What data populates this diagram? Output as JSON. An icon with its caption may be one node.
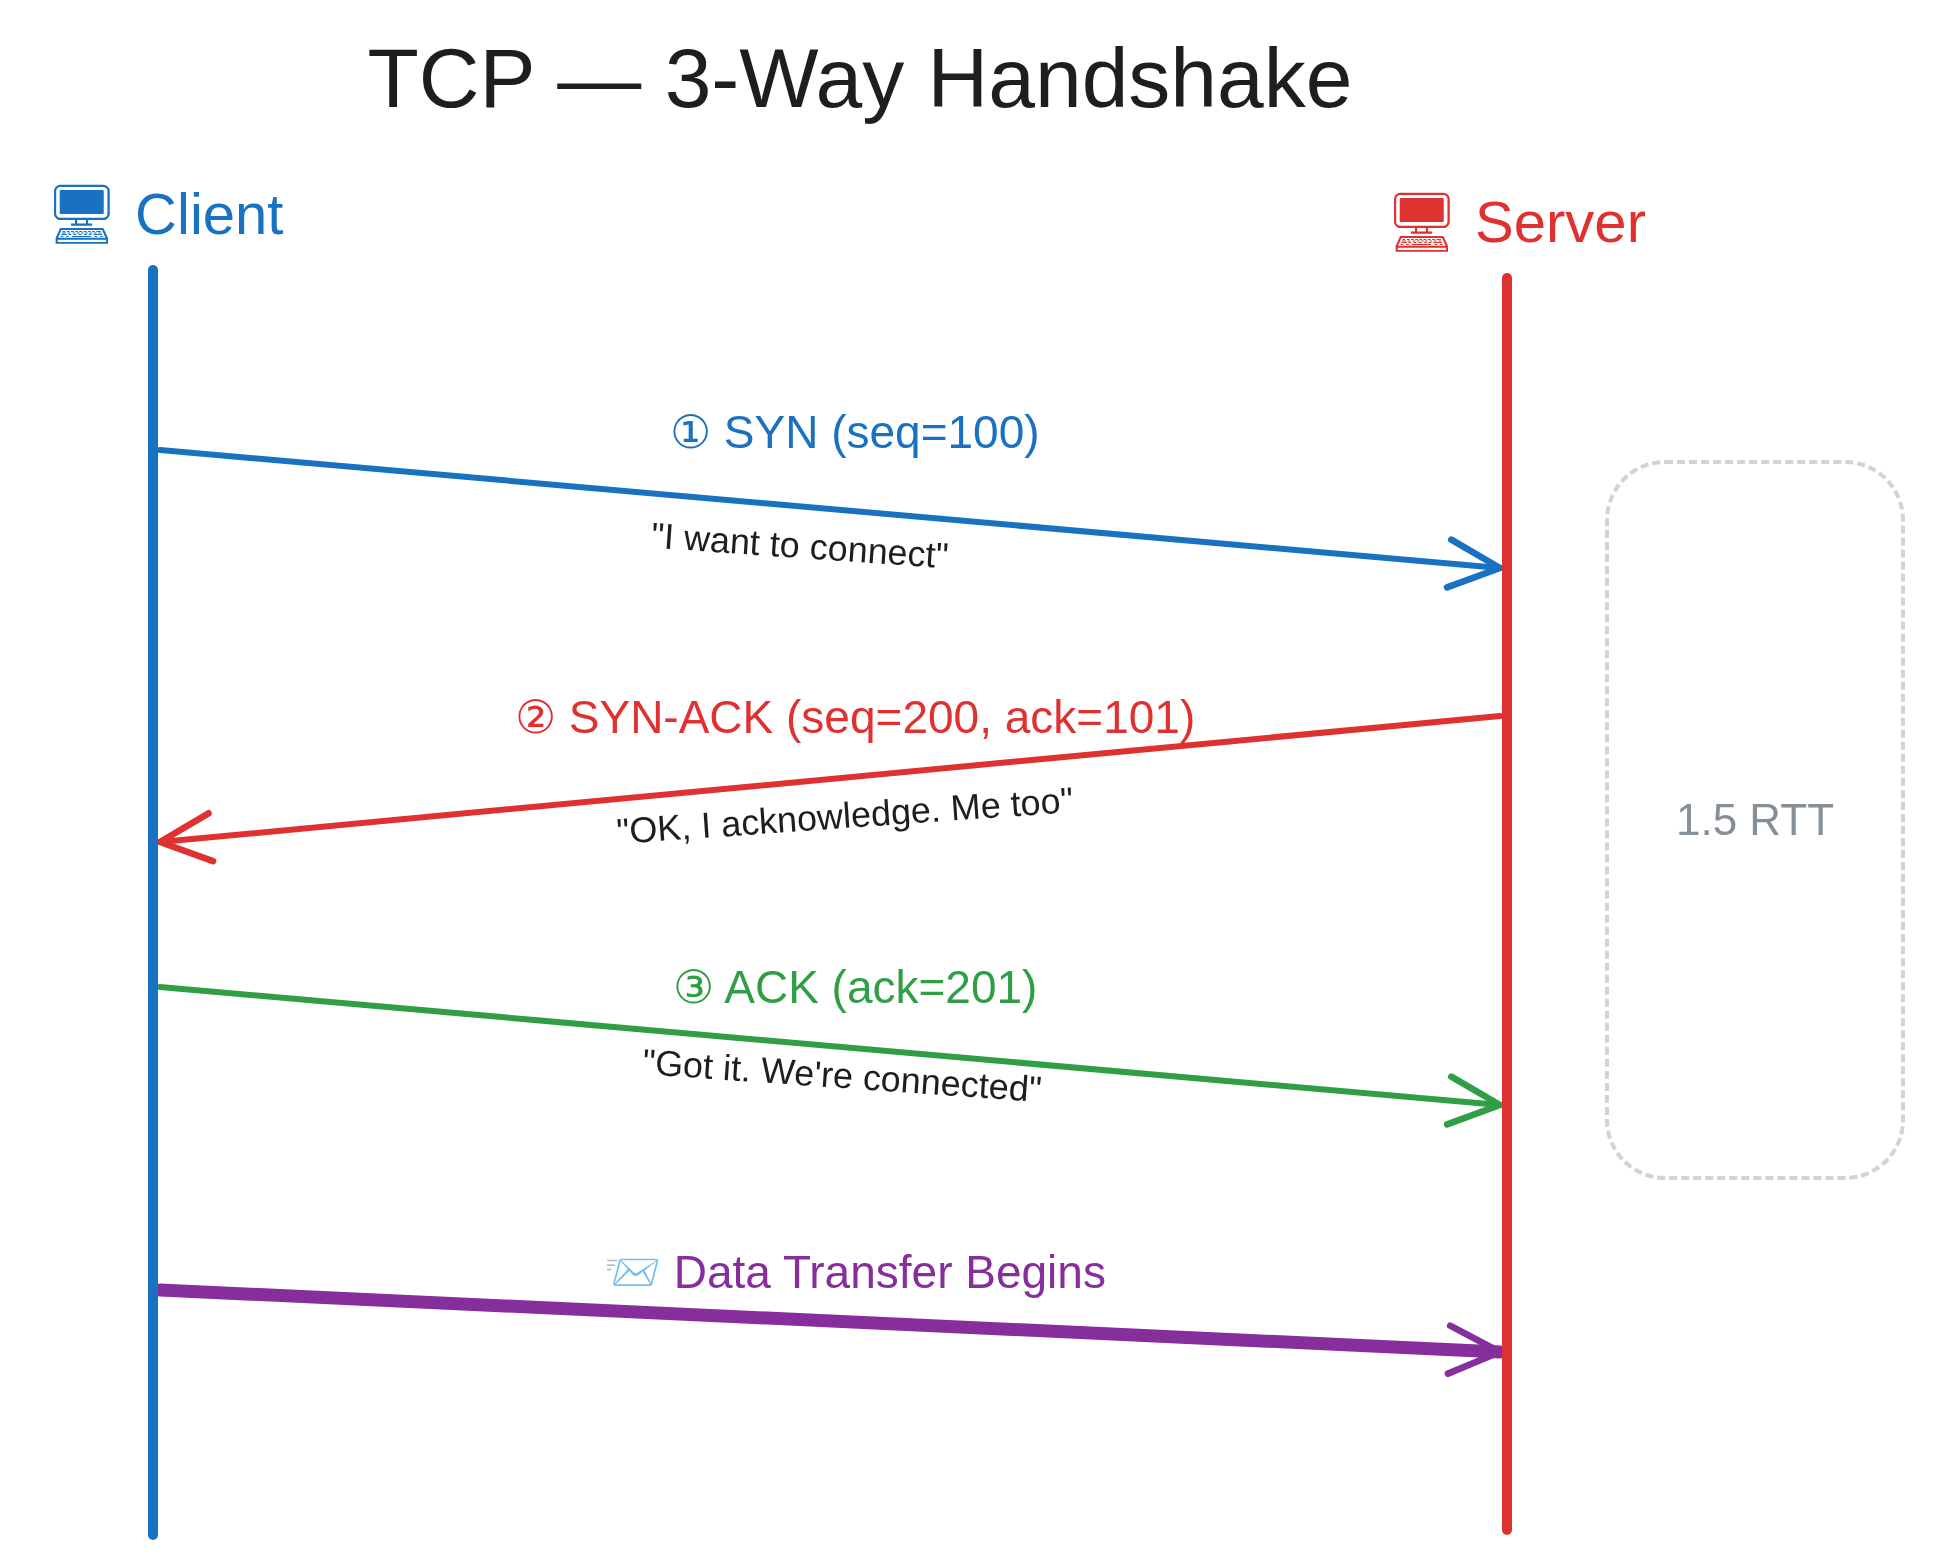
{
  "diagram": {
    "title": "TCP — 3-Way Handshake",
    "nodes": [
      {
        "text": [
          "🖥 Client"
        ]
      },
      {
        "text": [
          "🖥 Server"
        ]
      },
      {
        "text": [
          "1.5 RTT"
        ]
      }
    ],
    "edges": [
      {
        "from": 0,
        "to": 1,
        "arrow": "to",
        "label": "① SYN (seq=100)",
        "color": "#1971c2"
      },
      {
        "from": 1,
        "to": 0,
        "arrow": "to",
        "label": "② SYN-ACK (seq=200, ack=101)",
        "color": "#e03131"
      },
      {
        "from": 0,
        "to": 1,
        "arrow": "to",
        "label": "③ ACK (ack=201)",
        "color": "#2f9e44"
      },
      {
        "from": 0,
        "to": 1,
        "arrow": "to",
        "label": "📨 Data Transfer Begins",
        "color": "#862e9c",
        "style": "thick"
      }
    ],
    "labels": [
      "\"I want to connect\"",
      "\"OK, I acknowledge. Me too\"",
      "\"Got it. We're connected\""
    ]
  }
}
